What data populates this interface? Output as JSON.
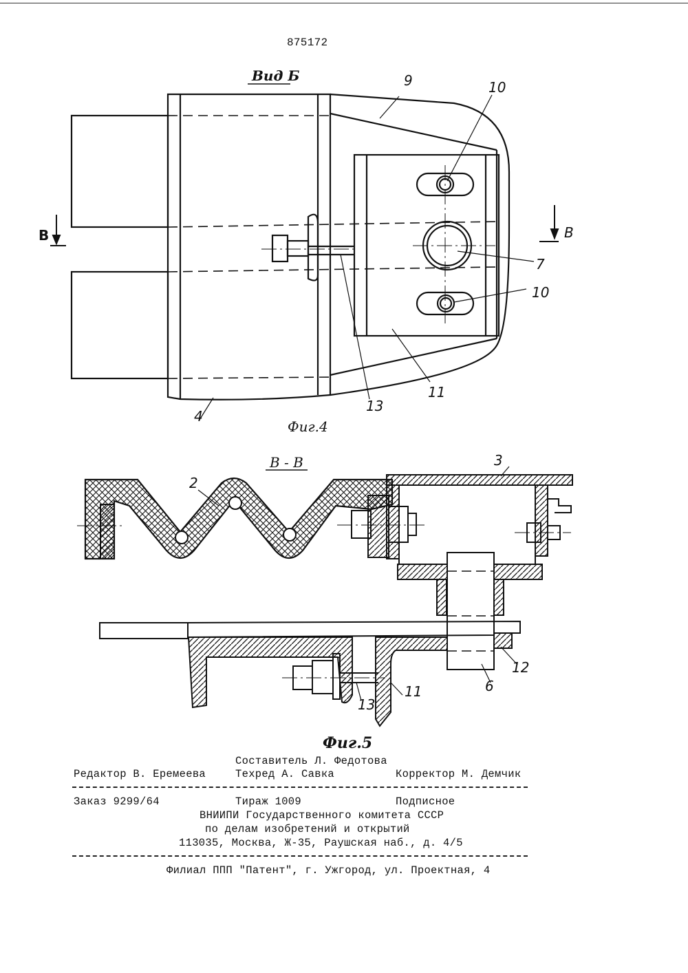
{
  "page": {
    "patent_number": "875172"
  },
  "figure4": {
    "view_title": "Вид Б",
    "caption": "Фиг.4",
    "section_mark_left": "В",
    "section_mark_right": "В",
    "labels": {
      "l9": "9",
      "l10_top": "10",
      "l10_bottom": "10",
      "l7": "7",
      "l11": "11",
      "l13": "13",
      "l4": "4"
    }
  },
  "figure5": {
    "section_title": "В - В",
    "caption": "Фиг.5",
    "labels": {
      "l2": "2",
      "l3": "3",
      "l12": "12",
      "l6": "6",
      "l11": "11",
      "l13": "13"
    }
  },
  "colophon": {
    "compiler": "Составитель Л. Федотова",
    "editor": "Редактор В. Еремеева",
    "techred": "Техред А. Савка",
    "corrector": "Корректор М. Демчик",
    "order": "Заказ 9299/64",
    "circulation": "Тираж 1009",
    "subscription": "Подписное",
    "org_line1": "ВНИИПИ Государственного комитета СССР",
    "org_line2": "по делам изобретений и открытий",
    "org_address": "113035, Москва, Ж-35, Раушская наб., д. 4/5",
    "branch": "Филиал ППП \"Патент\", г. Ужгород, ул. Проектная, 4"
  }
}
